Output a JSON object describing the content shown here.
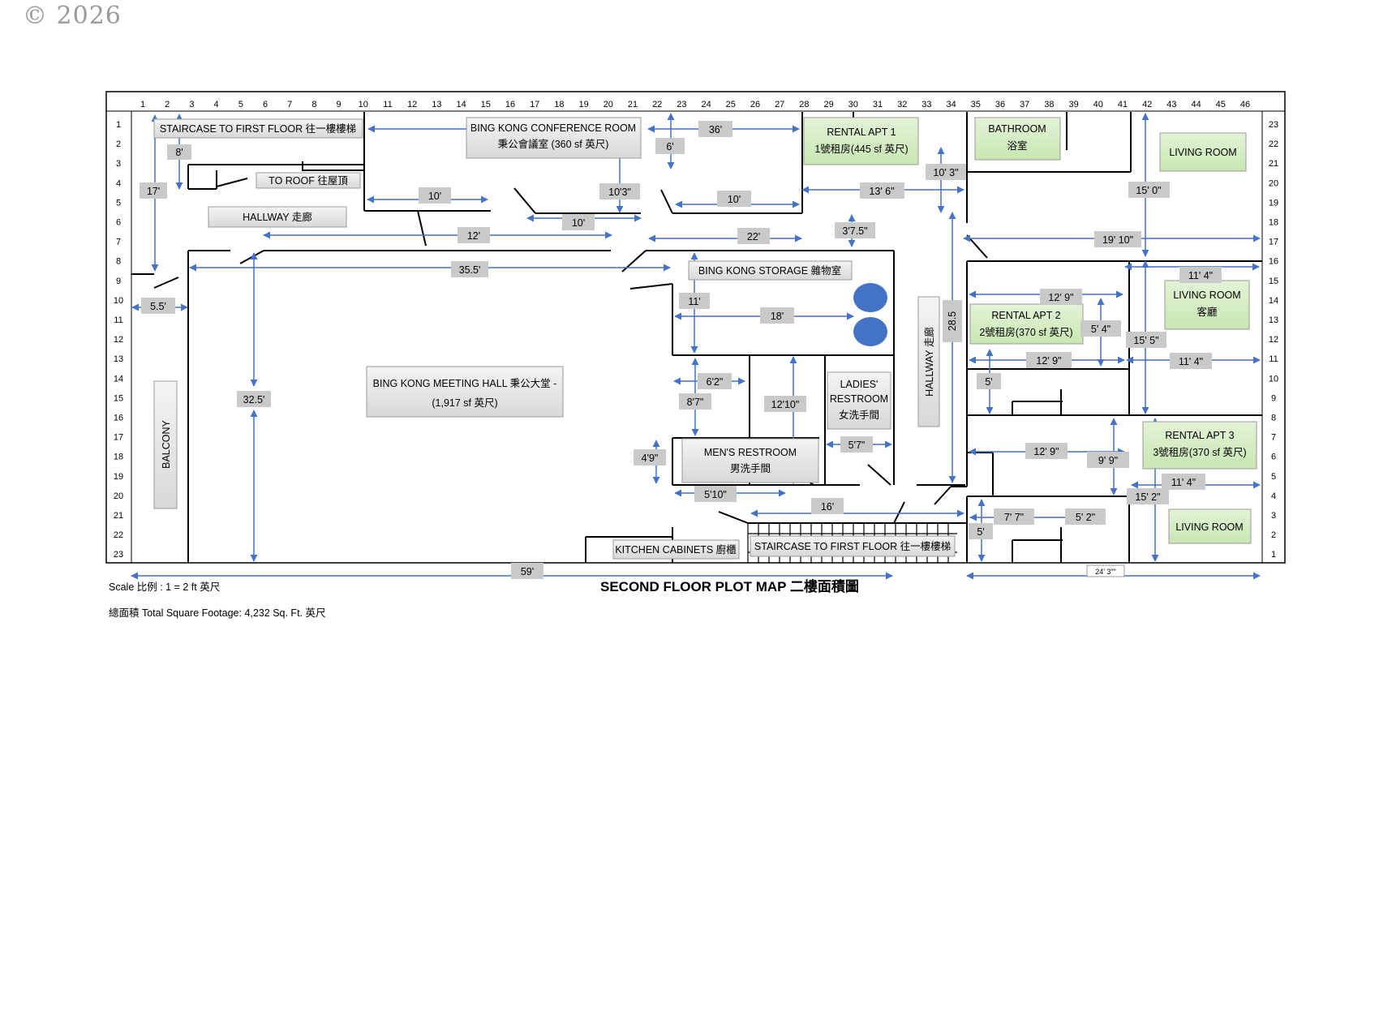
{
  "watermark": "© 2026",
  "title": "SECOND FLOOR PLOT MAP 二樓面積圖",
  "scale": "Scale 比例 : 1 = 2 ft 英尺",
  "total_area": "總面積 Total Square Footage: 4,232 Sq. Ft. 英尺",
  "grid": {
    "top": [
      "1",
      "2",
      "3",
      "4",
      "5",
      "6",
      "7",
      "8",
      "9",
      "10",
      "11",
      "12",
      "13",
      "14",
      "15",
      "16",
      "17",
      "18",
      "19",
      "20",
      "21",
      "22",
      "23",
      "24",
      "25",
      "26",
      "27",
      "28",
      "29",
      "30",
      "31",
      "32",
      "33",
      "34",
      "35",
      "36",
      "37",
      "38",
      "39",
      "40",
      "41",
      "42",
      "43",
      "44",
      "45",
      "46"
    ],
    "left": [
      "1",
      "2",
      "3",
      "4",
      "5",
      "6",
      "7",
      "8",
      "9",
      "10",
      "11",
      "12",
      "13",
      "14",
      "15",
      "16",
      "17",
      "18",
      "19",
      "20",
      "21",
      "22",
      "23"
    ],
    "right": [
      "23",
      "22",
      "21",
      "20",
      "19",
      "18",
      "17",
      "16",
      "15",
      "14",
      "13",
      "12",
      "11",
      "10",
      "9",
      "8",
      "7",
      "6",
      "5",
      "4",
      "3",
      "2",
      "1"
    ]
  },
  "rooms": {
    "staircase_top": "STAIRCASE TO FIRST FLOOR 往一樓樓梯",
    "to_roof": "TO ROOF 往屋頂",
    "hallway": "HALLWAY 走廊",
    "conference_en": "BING KONG CONFERENCE ROOM",
    "conference_zh": "秉公會議室 (360 sf 英尺)",
    "apt1_en": "RENTAL APT 1",
    "apt1_zh": "1號租房(445 sf 英尺)",
    "bathroom_en": "BATHROOM",
    "bathroom_zh": "浴室",
    "living_room_1": "LIVING ROOM",
    "storage": "BING KONG STORAGE 雜物室",
    "living_room_2_en": "LIVING ROOM",
    "living_room_2_zh": "客廳",
    "apt2_en": "RENTAL APT 2",
    "apt2_zh": "2號租房(370 sf 英尺)",
    "hallway_vertical": "HALLWAY 走廊",
    "meeting_hall_en": "BING KONG MEETING HALL 秉公大堂 -",
    "meeting_hall_zh": "(1,917 sf 英尺)",
    "ladies_1": "LADIES'",
    "ladies_2": "RESTROOM",
    "ladies_3": "女洗手間",
    "balcony": "BALCONY",
    "mens_en": "MEN'S RESTROOM",
    "mens_zh": "男洗手間",
    "apt3_en": "RENTAL APT 3",
    "apt3_zh": "3號租房(370 sf 英尺)",
    "living_room_3": "LIVING ROOM",
    "kitchen": "KITCHEN CABINETS 廚櫃",
    "staircase_bottom": "STAIRCASE TO FIRST FLOOR 往一樓樓梯"
  },
  "dims": {
    "d_8": "8'",
    "d_17": "17'",
    "d_36": "36'",
    "d_6": "6'",
    "d_10_3b": "10' 3\"",
    "d_10_a": "10'",
    "d_10_3": "10'3\"",
    "d_10_b": "10'",
    "d_13_6": "13' 6\"",
    "d_15_0": "15' 0\"",
    "d_10_c": "10'",
    "d_3_7_5": "3'7.5\"",
    "d_12": "12'",
    "d_22": "22'",
    "d_19_10": "19' 10\"",
    "d_35_5": "35.5'",
    "d_11_4a": "11' 4\"",
    "d_5_5": "5.5'",
    "d_11": "11'",
    "d_12_9a": "12' 9\"",
    "d_18": "18'",
    "d_28_5": "28.5",
    "d_5_4": "5' 4\"",
    "d_15_5": "15' 5\"",
    "d_12_9b": "12' 9\"",
    "d_11_4b": "11' 4\"",
    "d_6_2": "6'2\"",
    "d_5a": "5'",
    "d_32_5": "32.5'",
    "d_8_7": "8'7\"",
    "d_12_10": "12'10\"",
    "d_5_7": "5'7\"",
    "d_12_9c": "12' 9\"",
    "d_9_9": "9' 9\"",
    "d_4_9": "4'9\"",
    "d_11_4c": "11' 4\"",
    "d_5_10": "5'10\"",
    "d_15_2": "15' 2\"",
    "d_16": "16'",
    "d_7_7": "7' 7\"",
    "d_5_2": "5' 2\"",
    "d_5b": "5'",
    "d_59": "59'",
    "d_24_3": "24' 3\"\""
  },
  "colors": {
    "dimension_arrow": "#4472c4",
    "rental_fill": "#d5ecc2",
    "label_fill": "#d9d9d9",
    "fixture": "#4472c4"
  }
}
